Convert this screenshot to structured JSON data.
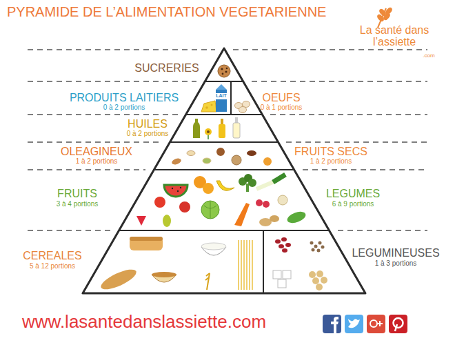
{
  "diagram": {
    "title": "PYRAMIDE DE L’ALIMENTATION VEGETARIENNE",
    "labels": [
      "La santé dans l’assiette",
      ".com",
      "SUCRERIES",
      "LAIT",
      "PRODUITS LAITIERS",
      "0 à 2 portions",
      "OEUFS",
      "0 à 1 portions",
      "HUILES",
      "0 à 2 portions",
      "OLEAGINEUX",
      "1 à 2 portions",
      "FRUITS SECS",
      "1 à 2 portions",
      "FRUITS",
      "3 à 4 portions",
      "LEGUMES",
      "6 à 9 portions",
      "CEREALES",
      "5 à 12 portions",
      "LEGUMINEUSES",
      "1 à 3 portions",
      "www.lasantedanslassiette.com"
    ]
  }
}
